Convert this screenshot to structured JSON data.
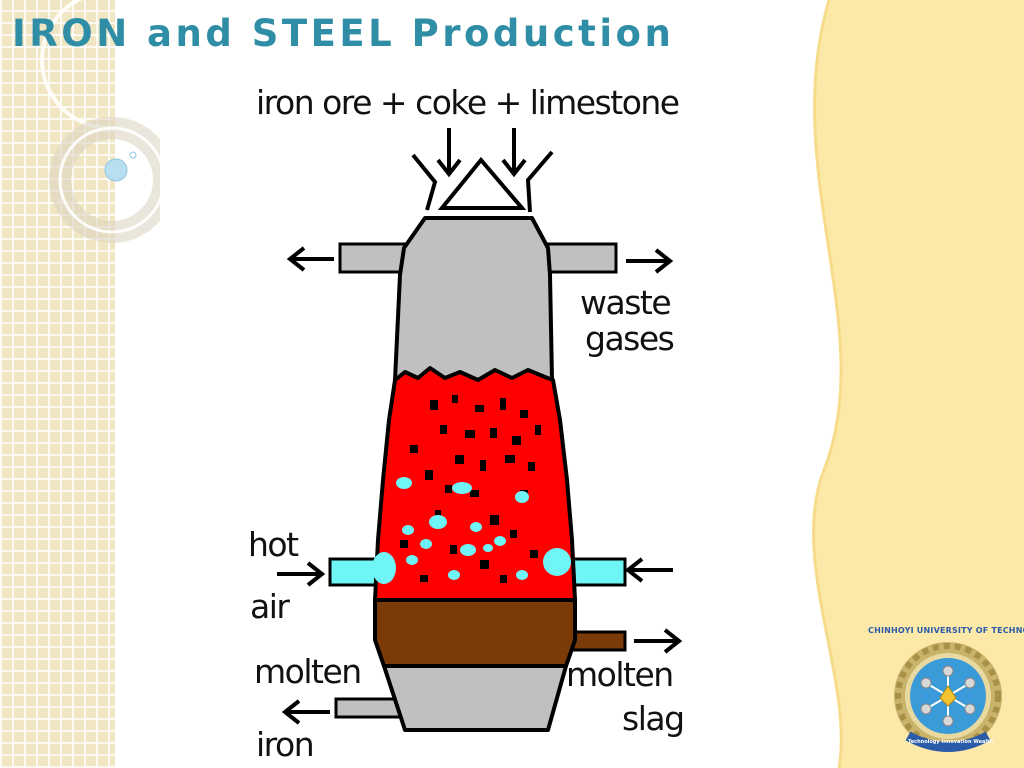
{
  "slide": {
    "title": "IRON and STEEL Production"
  },
  "diagram": {
    "labels": {
      "inputs": "iron ore + coke + limestone",
      "waste_line1": "waste",
      "waste_line2": "gases",
      "hot_line1": "hot",
      "hot_line2": "air",
      "molten_iron_line1": "molten",
      "molten_iron_line2": "iron",
      "molten_slag_line1": "molten",
      "molten_slag_line2": "slag"
    },
    "colors": {
      "gas_zone": "#c0c0c0",
      "hot_zone": "#ff0000",
      "hot_air": "#6ff5f5",
      "slag": "#7a3b08",
      "outline": "#000000"
    }
  },
  "logo": {
    "org": "CHINHOYI UNIVERSITY OF TECHNOLOGY",
    "motto": "Technology Innovation Wealth"
  },
  "theme": {
    "title_color": "#2f8ea6",
    "background_accent": "#fce9a8"
  }
}
